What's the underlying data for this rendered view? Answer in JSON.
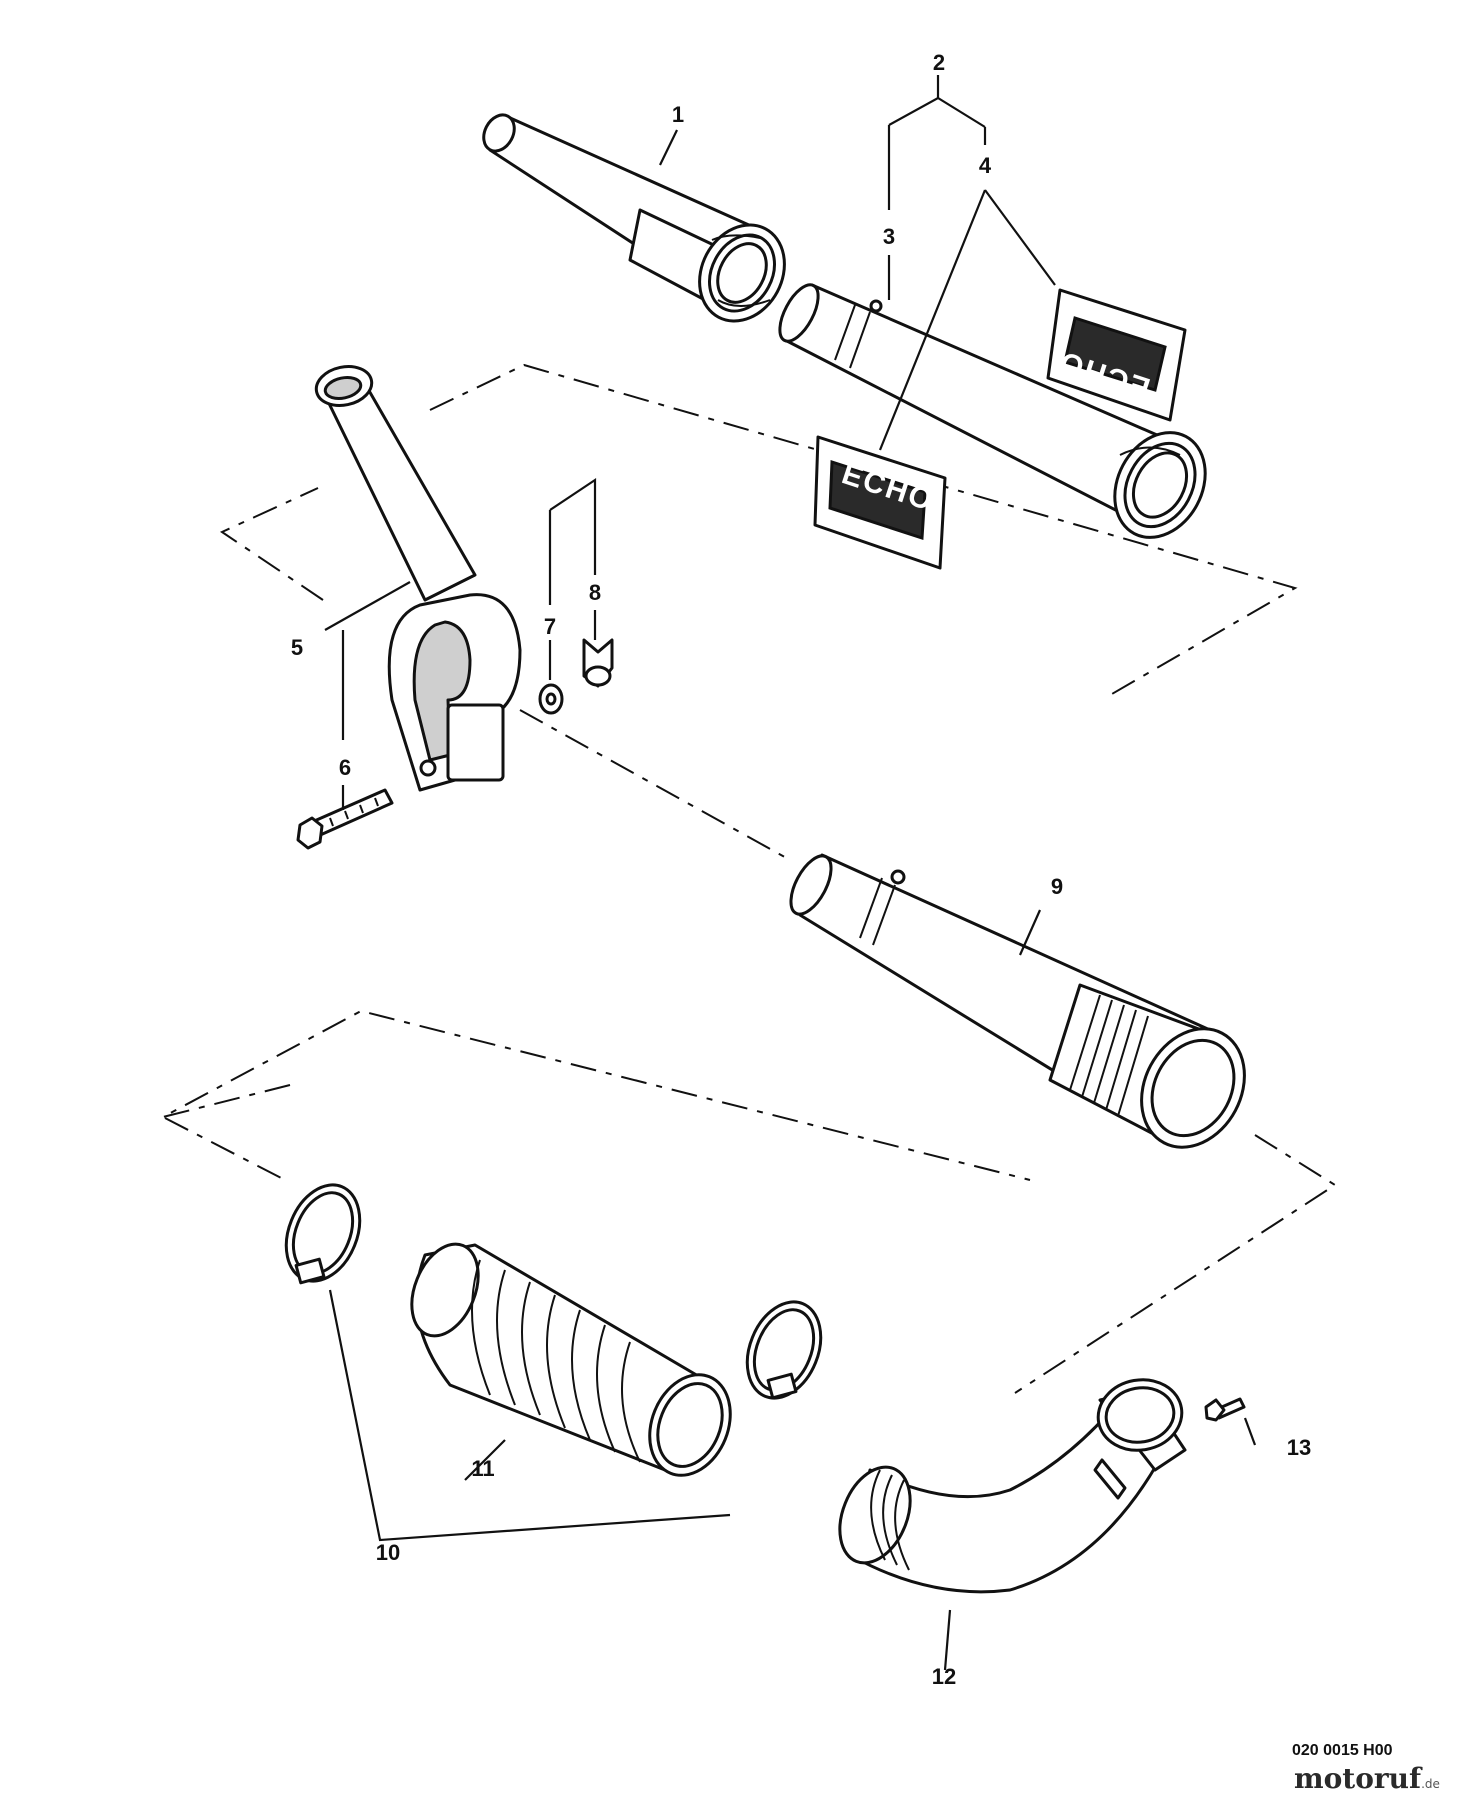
{
  "callouts": {
    "c1": "1",
    "c2": "2",
    "c3": "3",
    "c4": "4",
    "c5": "5",
    "c6": "6",
    "c7": "7",
    "c8": "8",
    "c9": "9",
    "c10": "10",
    "c11": "11",
    "c12": "12",
    "c13": "13"
  },
  "decal_text": "ECHO",
  "drawing_ref": "020 0015 H00",
  "watermark": {
    "main": "motoruf",
    "suffix": ".de"
  }
}
